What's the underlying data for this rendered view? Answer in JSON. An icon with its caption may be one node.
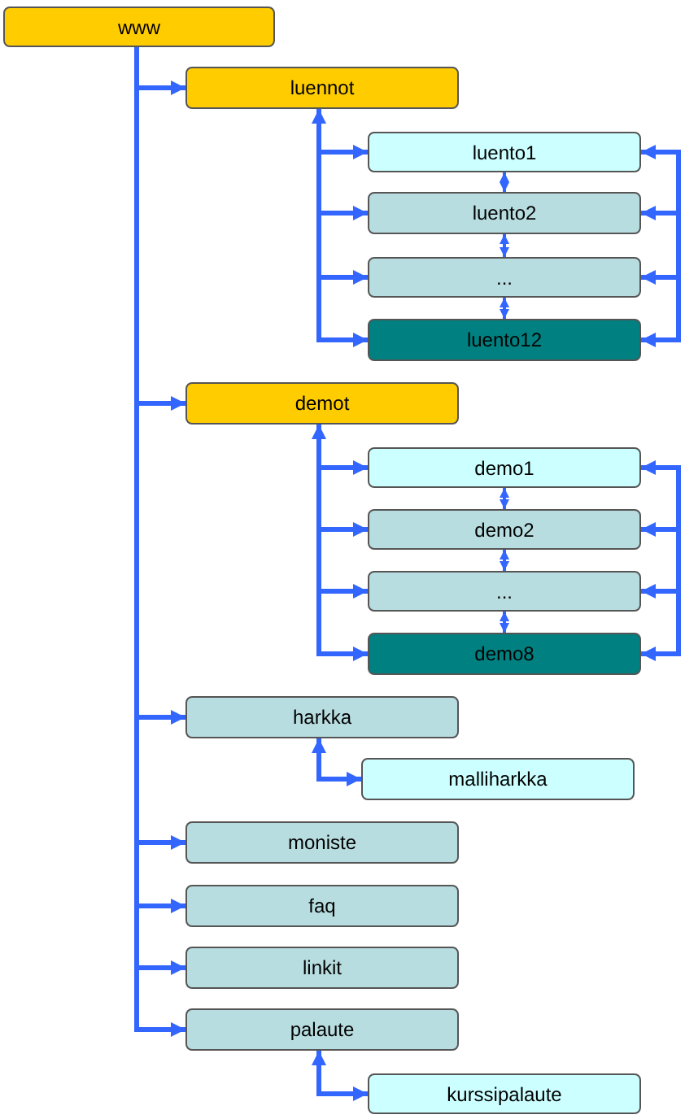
{
  "diagram": {
    "nodes": [
      {
        "text": [
          "www"
        ]
      },
      {
        "text": [
          "luennot"
        ]
      },
      {
        "text": [
          "luento1"
        ]
      },
      {
        "text": [
          "luento2"
        ]
      },
      {
        "text": [
          "..."
        ]
      },
      {
        "text": [
          "luento12"
        ]
      },
      {
        "text": [
          "demot"
        ]
      },
      {
        "text": [
          "demo1"
        ]
      },
      {
        "text": [
          "demo2"
        ]
      },
      {
        "text": [
          "..."
        ]
      },
      {
        "text": [
          "demo8"
        ]
      },
      {
        "text": [
          "harkka"
        ]
      },
      {
        "text": [
          "malliharkka"
        ]
      },
      {
        "text": [
          "moniste"
        ]
      },
      {
        "text": [
          "faq"
        ]
      },
      {
        "text": [
          "linkit"
        ]
      },
      {
        "text": [
          "palaute"
        ]
      },
      {
        "text": [
          "kurssipalaute"
        ]
      }
    ],
    "edges": [
      {
        "from": 0,
        "to": 1,
        "arrow": "to"
      },
      {
        "from": 1,
        "to": 2,
        "arrow": "both"
      },
      {
        "from": 1,
        "to": 3,
        "arrow": "to"
      },
      {
        "from": 1,
        "to": 4,
        "arrow": "to"
      },
      {
        "from": 1,
        "to": 5,
        "arrow": "to"
      },
      {
        "from": 2,
        "to": 3,
        "arrow": "both"
      },
      {
        "from": 3,
        "to": 4,
        "arrow": "both"
      },
      {
        "from": 4,
        "to": 5,
        "arrow": "both"
      },
      {
        "from": 2,
        "to": 5,
        "arrow": "both"
      },
      {
        "from": 5,
        "to": 3,
        "arrow": "to"
      },
      {
        "from": 5,
        "to": 4,
        "arrow": "to"
      },
      {
        "from": 0,
        "to": 6,
        "arrow": "to"
      },
      {
        "from": 6,
        "to": 7,
        "arrow": "both"
      },
      {
        "from": 6,
        "to": 8,
        "arrow": "to"
      },
      {
        "from": 6,
        "to": 9,
        "arrow": "to"
      },
      {
        "from": 6,
        "to": 10,
        "arrow": "to"
      },
      {
        "from": 7,
        "to": 8,
        "arrow": "both"
      },
      {
        "from": 8,
        "to": 9,
        "arrow": "both"
      },
      {
        "from": 9,
        "to": 10,
        "arrow": "both"
      },
      {
        "from": 7,
        "to": 10,
        "arrow": "both"
      },
      {
        "from": 10,
        "to": 8,
        "arrow": "to"
      },
      {
        "from": 10,
        "to": 9,
        "arrow": "to"
      },
      {
        "from": 0,
        "to": 11,
        "arrow": "to"
      },
      {
        "from": 11,
        "to": 12,
        "arrow": "both"
      },
      {
        "from": 0,
        "to": 13,
        "arrow": "to"
      },
      {
        "from": 0,
        "to": 14,
        "arrow": "to"
      },
      {
        "from": 0,
        "to": 15,
        "arrow": "to"
      },
      {
        "from": 0,
        "to": 16,
        "arrow": "to"
      },
      {
        "from": 16,
        "to": 17,
        "arrow": "both"
      }
    ]
  }
}
